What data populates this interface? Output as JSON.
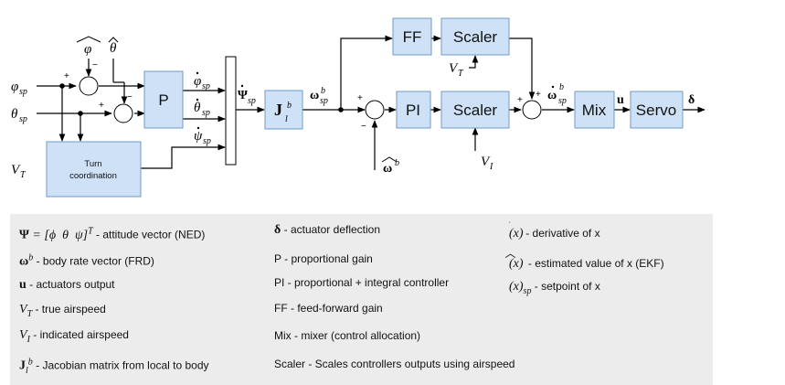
{
  "blocks": {
    "p": "P",
    "turn_coordination_line1": "Turn",
    "turn_coordination_line2": "coordination",
    "ff": "FF",
    "scaler": "Scaler",
    "pi": "PI",
    "mix": "Mix",
    "servo": "Servo"
  },
  "signals": {
    "phi_sp": "φ",
    "theta_sp": "θ",
    "sp": "sp",
    "phi_hat": "φ",
    "theta_hat": "θ",
    "v_t": "V",
    "t_sub": "T",
    "v_i": "V",
    "i_sub": "I",
    "psi_bold": "Ψ",
    "omega_bold": "ω",
    "b_sup": "b",
    "j": "J",
    "l_sub": "l",
    "u": "u",
    "delta": "δ",
    "psi_dot": "ψ",
    "plus": "+",
    "minus": "−"
  },
  "legend": {
    "psi_desc": " - attitude vector (NED)",
    "omega_desc": " - body rate vector (FRD)",
    "u_desc": " - actuators output",
    "vt_desc": " - true airspeed",
    "vi_desc": " - indicated airspeed",
    "j_desc": " - Jacobian matrix from local to body",
    "delta_desc": " - actuator deflection",
    "p_desc": "P - proportional gain",
    "pi_desc": "PI - proportional + integral controller",
    "ff_desc": "FF - feed-forward gain",
    "mix_desc": "Mix - mixer (control allocation)",
    "scaler_desc": "Scaler - Scales controllers outputs using airspeed",
    "dot_desc": " - derivative of x",
    "hat_desc": " - estimated value of x (EKF)",
    "sp_desc": " - setpoint of x",
    "x_paren": "(x)",
    "x_sp": "(x)"
  }
}
